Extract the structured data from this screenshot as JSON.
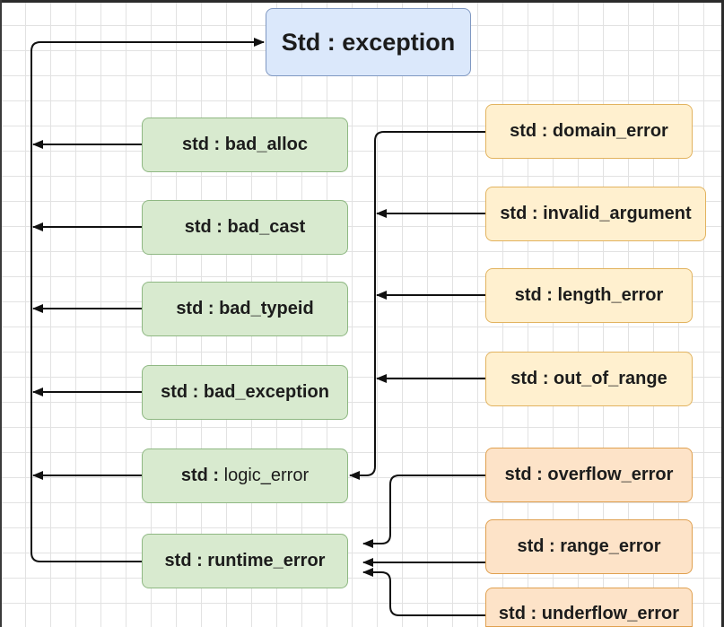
{
  "root": {
    "label": "Std : exception"
  },
  "left_classes": [
    {
      "label": "std : bad_alloc"
    },
    {
      "label": "std : bad_cast"
    },
    {
      "label": "std : bad_typeid"
    },
    {
      "label": "std : bad_exception"
    },
    {
      "label_prefix": "std : ",
      "label_name": "logic_error"
    },
    {
      "label": "std : runtime_error"
    }
  ],
  "logic_error_children": [
    {
      "label": "std : domain_error"
    },
    {
      "label": "std : invalid_argument"
    },
    {
      "label": "std : length_error"
    },
    {
      "label": "std : out_of_range"
    }
  ],
  "runtime_error_children": [
    {
      "label": "std : overflow_error"
    },
    {
      "label": "std : range_error"
    },
    {
      "label": "std : underflow_error"
    }
  ],
  "colors": {
    "root_fill": "#dbe8fb",
    "left_fill": "#d8eacf",
    "logic_child_fill": "#fff0cf",
    "runtime_child_fill": "#fde3c8",
    "arrow": "#111111"
  }
}
